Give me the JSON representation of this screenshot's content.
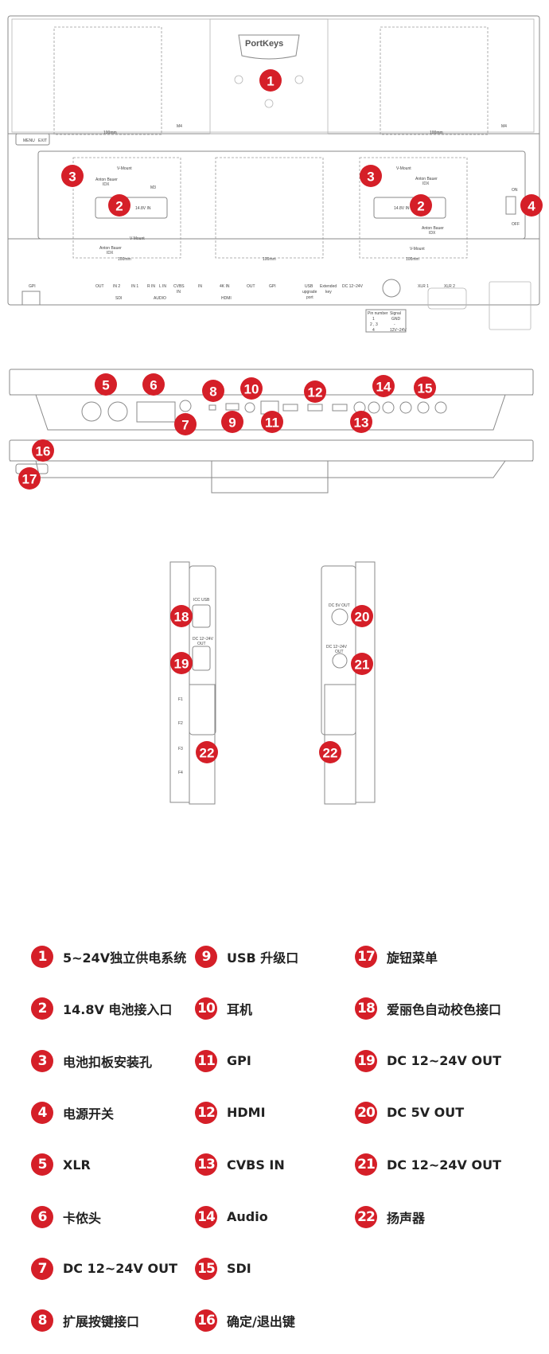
{
  "accent_color": "#d51f28",
  "brand_logo": "PortKeys",
  "top_view": {
    "menu": "MENU",
    "exit": "EXIT",
    "v_mount": "V-Mount",
    "anton_bauer": "Anton Bauer",
    "idx": "IDX",
    "m3": "M3",
    "m4": "M4",
    "dim": "100mm",
    "battery_in": "14.8V IN",
    "on": "ON",
    "off": "OFF",
    "ports": [
      "OUT",
      "IN 2",
      "IN 1",
      "R IN",
      "L IN",
      "CVBS",
      "IN",
      "4K IN",
      "OUT",
      "GPI",
      "USB",
      "upgrade",
      "port",
      "Extended",
      "key",
      "DC 12~24V",
      "XLR 1",
      "XLR 2"
    ],
    "groups": {
      "sdi": "SDI",
      "audio": "AUDIO",
      "hdmi": "HDMI",
      "cvbs_in": "IN"
    },
    "gpi": "GPI",
    "pin_table": {
      "headers": [
        "Pin number",
        "Signal"
      ],
      "rows": [
        [
          "1",
          "GND"
        ],
        [
          "2 , 3",
          "-"
        ],
        [
          "4",
          "12V~24V"
        ]
      ]
    }
  },
  "side_view": {
    "icc_usb": "ICC USB",
    "dc_out": "DC 12~24V",
    "out": "OUT",
    "dc5v": "DC 5V OUT",
    "fkeys": [
      "F1",
      "F2",
      "F3",
      "F4"
    ]
  },
  "callouts": [
    "1",
    "2",
    "3",
    "4",
    "5",
    "6",
    "7",
    "8",
    "9",
    "10",
    "11",
    "12",
    "13",
    "14",
    "15",
    "16",
    "17",
    "18",
    "19",
    "20",
    "21",
    "22"
  ],
  "legend": [
    {
      "num": "1",
      "label": "5~24V独立供电系统"
    },
    {
      "num": "2",
      "label": "14.8V 电池接入口"
    },
    {
      "num": "3",
      "label": "电池扣板安装孔"
    },
    {
      "num": "4",
      "label": "电源开关"
    },
    {
      "num": "5",
      "label": "XLR"
    },
    {
      "num": "6",
      "label": "卡侬头"
    },
    {
      "num": "7",
      "label": "DC 12~24V OUT"
    },
    {
      "num": "8",
      "label": "扩展按键接口"
    },
    {
      "num": "9",
      "label": "USB 升级口"
    },
    {
      "num": "10",
      "label": "耳机"
    },
    {
      "num": "11",
      "label": "GPI"
    },
    {
      "num": "12",
      "label": "HDMI"
    },
    {
      "num": "13",
      "label": "CVBS IN"
    },
    {
      "num": "14",
      "label": "Audio"
    },
    {
      "num": "15",
      "label": "SDI"
    },
    {
      "num": "16",
      "label": "确定/退出键"
    },
    {
      "num": "17",
      "label": "旋钮菜单"
    },
    {
      "num": "18",
      "label": "爱丽色自动校色接口"
    },
    {
      "num": "19",
      "label": "DC 12~24V OUT"
    },
    {
      "num": "20",
      "label": "DC 5V OUT"
    },
    {
      "num": "21",
      "label": "DC 12~24V OUT"
    },
    {
      "num": "22",
      "label": "扬声器"
    }
  ]
}
